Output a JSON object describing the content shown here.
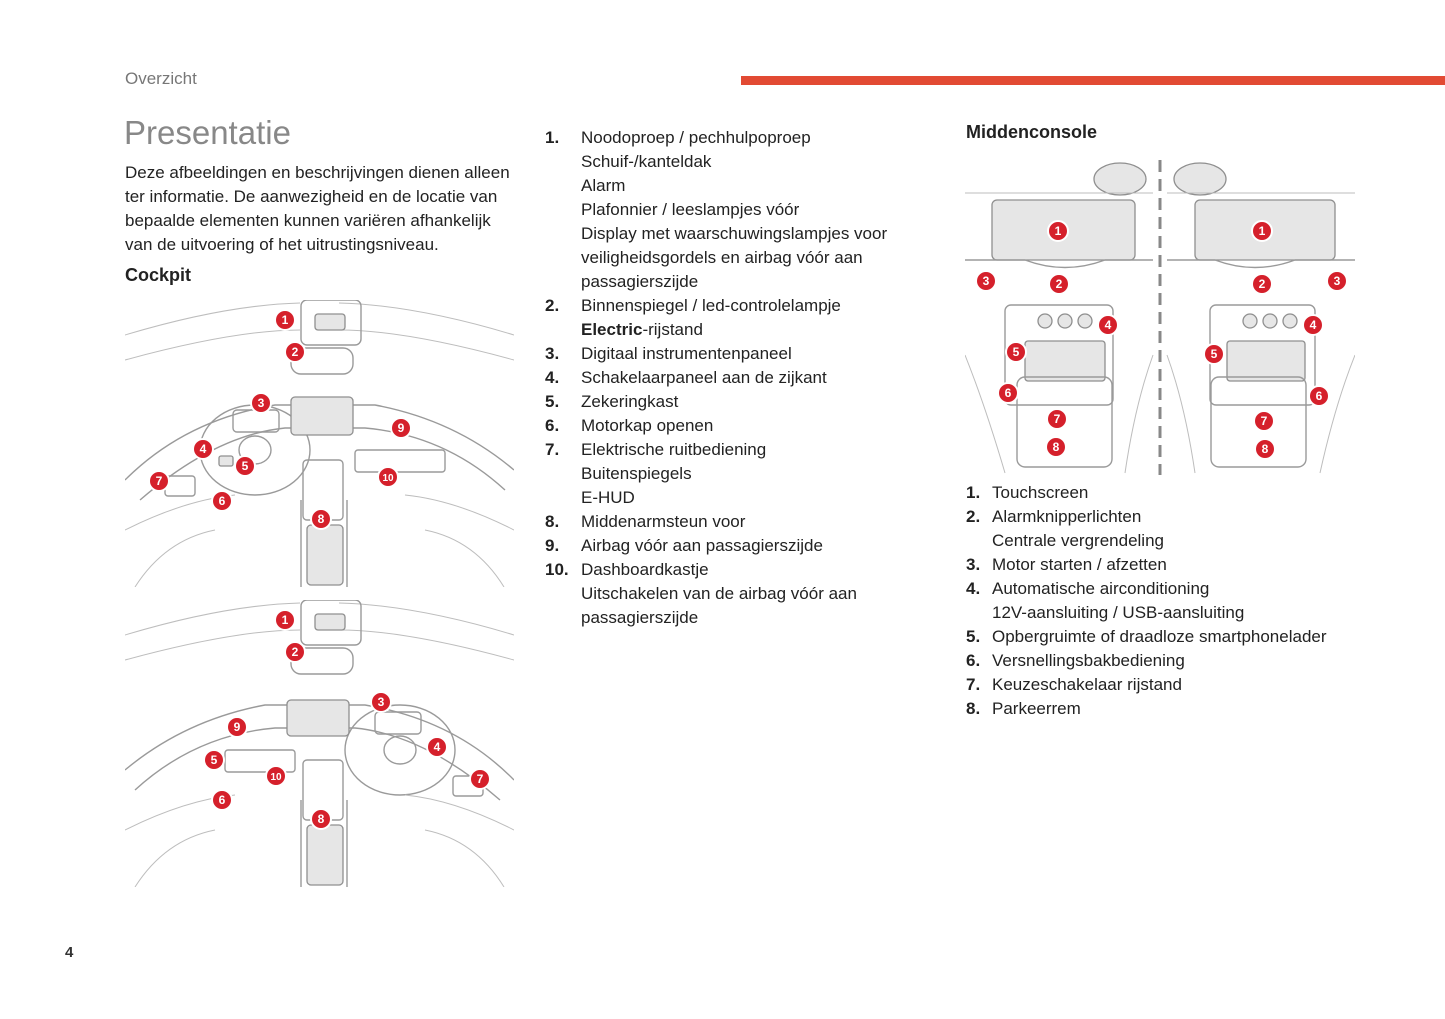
{
  "header": {
    "section": "Overzicht",
    "accent_color": "#e24a33"
  },
  "title": "Presentatie",
  "intro": "Deze afbeeldingen en beschrijvingen dienen alleen ter informatie. De aanwezigheid en de locatie van bepaalde elementen kunnen variëren afhankelijk van de uitvoering of het uitrustingsniveau.",
  "cockpit": {
    "heading": "Cockpit",
    "items": [
      {
        "num": "1.",
        "lines": [
          "Noodoproep / pechhulpoproep",
          "Schuif-/kanteldak",
          "Alarm",
          "Plafonnier / leeslampjes vóór",
          "Display met waarschuwingslampjes voor",
          "veiligheidsgordels en airbag vóór aan",
          "passagierszijde"
        ]
      },
      {
        "num": "2.",
        "lines": [
          "Binnenspiegel / led-controlelampje"
        ],
        "bold_prefix": "Electric",
        "suffix": "-rijstand"
      },
      {
        "num": "3.",
        "lines": [
          "Digitaal instrumentenpaneel"
        ]
      },
      {
        "num": "4.",
        "lines": [
          "Schakelaarpaneel aan de zijkant"
        ]
      },
      {
        "num": "5.",
        "lines": [
          "Zekeringkast"
        ]
      },
      {
        "num": "6.",
        "lines": [
          "Motorkap openen"
        ]
      },
      {
        "num": "7.",
        "lines": [
          "Elektrische ruitbediening",
          "Buitenspiegels",
          "E-HUD"
        ]
      },
      {
        "num": "8.",
        "lines": [
          "Middenarmsteun voor"
        ]
      },
      {
        "num": "9.",
        "lines": [
          "Airbag vóór aan passagierszijde"
        ]
      },
      {
        "num": "10.",
        "lines": [
          "Dashboardkastje",
          "Uitschakelen van de airbag vóór aan",
          "passagierszijde"
        ]
      }
    ]
  },
  "console": {
    "heading": "Middenconsole",
    "items": [
      {
        "num": "1.",
        "lines": [
          "Touchscreen"
        ]
      },
      {
        "num": "2.",
        "lines": [
          "Alarmknipperlichten",
          "Centrale vergrendeling"
        ]
      },
      {
        "num": "3.",
        "lines": [
          "Motor starten / afzetten"
        ]
      },
      {
        "num": "4.",
        "lines": [
          "Automatische airconditioning",
          "12V-aansluiting / USB-aansluiting"
        ]
      },
      {
        "num": "5.",
        "lines": [
          "Opbergruimte of draadloze smartphonelader"
        ]
      },
      {
        "num": "6.",
        "lines": [
          "Versnellingsbakbediening"
        ]
      },
      {
        "num": "7.",
        "lines": [
          "Keuzeschakelaar rijstand"
        ]
      },
      {
        "num": "8.",
        "lines": [
          "Parkeerrem"
        ]
      }
    ]
  },
  "diagram_markers": {
    "cockpit_lhd": [
      "1",
      "2",
      "3",
      "4",
      "5",
      "6",
      "7",
      "8",
      "9",
      "10"
    ],
    "cockpit_rhd": [
      "1",
      "2",
      "3",
      "4",
      "5",
      "6",
      "7",
      "8",
      "9",
      "10"
    ],
    "console_lhd": [
      "1",
      "2",
      "3",
      "4",
      "5",
      "6",
      "7",
      "8"
    ],
    "console_rhd": [
      "1",
      "2",
      "3",
      "4",
      "5",
      "6",
      "7",
      "8"
    ],
    "marker_color": "#d5202b"
  },
  "page_number": "4"
}
